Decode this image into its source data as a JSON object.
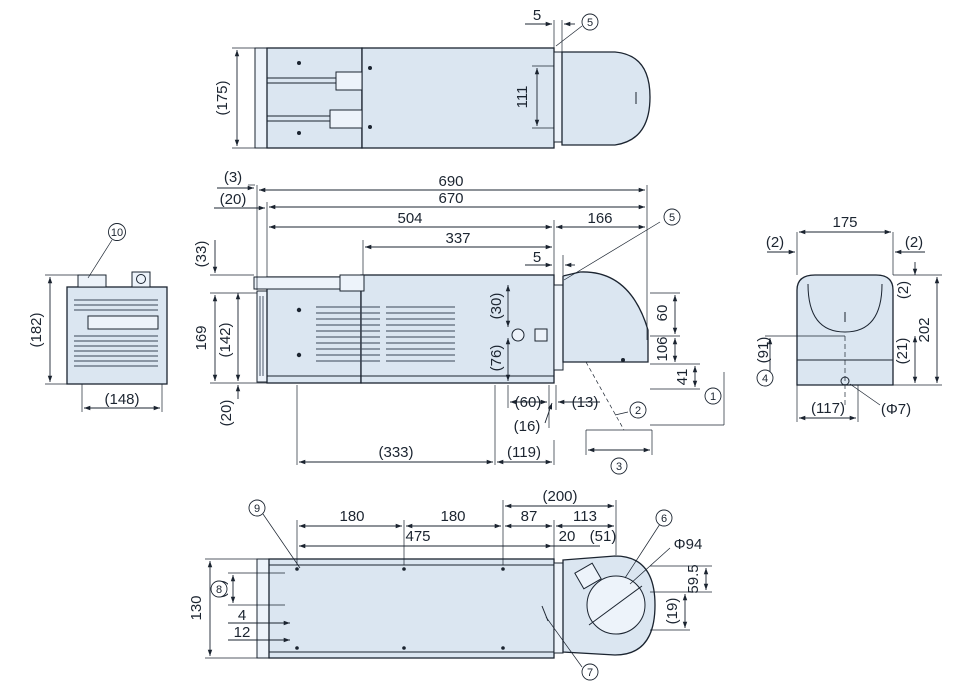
{
  "callouts": {
    "c1": "1",
    "c2": "2",
    "c3": "3",
    "c4": "4",
    "c5a": "5",
    "c5b": "5",
    "c6": "6",
    "c7": "7",
    "c8": "8",
    "c9": "9",
    "c10": "10"
  },
  "top_view": {
    "dim_5": "5",
    "dim_175": "(175)",
    "dim_111": "111"
  },
  "front_view": {
    "dim_3": "(3)",
    "dim_20_top": "(20)",
    "dim_690": "690",
    "dim_670": "670",
    "dim_504": "504",
    "dim_166": "166",
    "dim_337": "337",
    "dim_33": "(33)",
    "dim_5": "5",
    "dim_169": "169",
    "dim_142": "(142)",
    "dim_20_bottom": "(20)",
    "dim_30": "(30)",
    "dim_76": "(76)",
    "dim_60_v": "60",
    "dim_106": "106",
    "dim_41": "41",
    "dim_60_h": "(60)",
    "dim_13": "(13)",
    "dim_16": "(16)",
    "dim_333": "(333)",
    "dim_119": "(119)"
  },
  "left_view": {
    "dim_182": "(182)",
    "dim_148": "(148)"
  },
  "right_view": {
    "dim_175": "175",
    "dim_2_left": "(2)",
    "dim_2_right": "(2)",
    "dim_2_vert": "(2)",
    "dim_202": "202",
    "dim_91": "(91)",
    "dim_21": "(21)",
    "dim_117": "(117)",
    "dim_phi7": "(Φ7)"
  },
  "bottom_view": {
    "dim_200": "(200)",
    "dim_180_a": "180",
    "dim_180_b": "180",
    "dim_87": "87",
    "dim_113": "113",
    "dim_475": "475",
    "dim_20": "20",
    "dim_51": "(51)",
    "dim_phi94": "Φ94",
    "dim_59_5": "59.5",
    "dim_19": "(19)",
    "dim_130": "130",
    "dim_8": "(8)",
    "dim_4": "4",
    "dim_12": "12"
  }
}
